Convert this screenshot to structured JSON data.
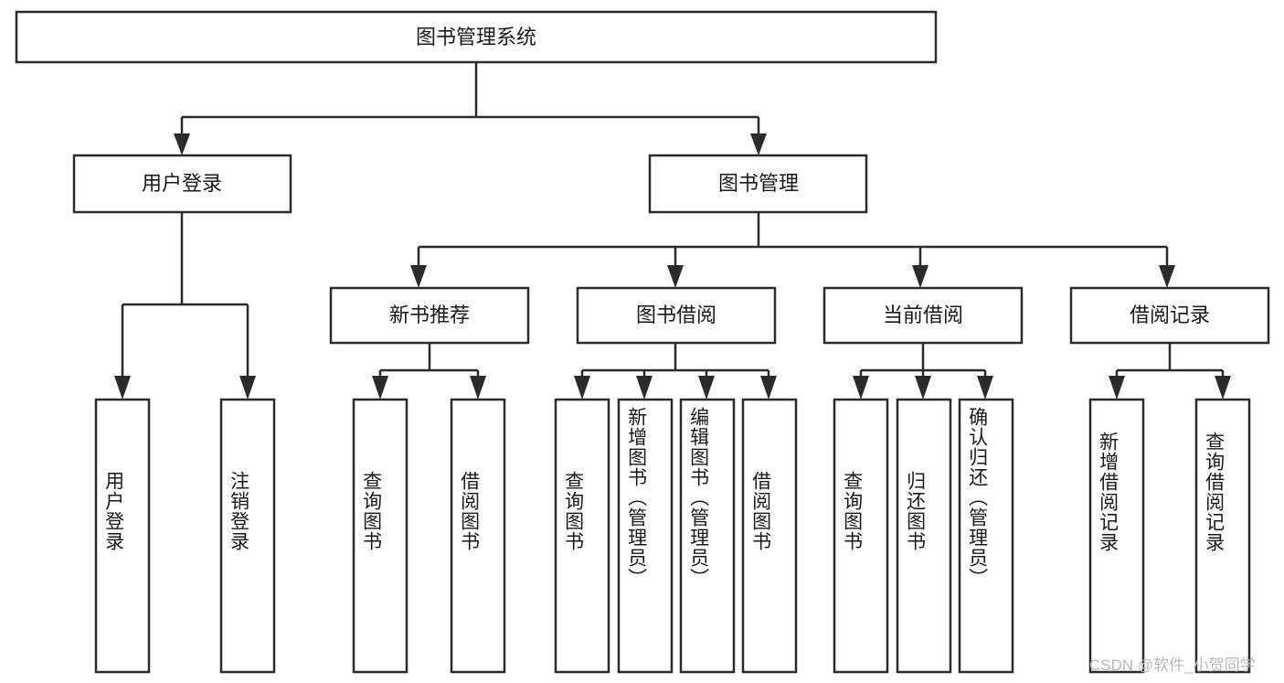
{
  "diagram": {
    "title": "图书管理系统",
    "root": {
      "id": "root",
      "label": "图书管理系统"
    },
    "level2": [
      {
        "id": "user-login",
        "label": "用户登录"
      },
      {
        "id": "book-manage",
        "label": "图书管理"
      }
    ],
    "level3": [
      {
        "id": "new-book-recommend",
        "label": "新书推荐",
        "parent": "book-manage"
      },
      {
        "id": "book-borrow",
        "label": "图书借阅",
        "parent": "book-manage"
      },
      {
        "id": "current-borrow",
        "label": "当前借阅",
        "parent": "book-manage"
      },
      {
        "id": "borrow-record",
        "label": "借阅记录",
        "parent": "book-manage"
      }
    ],
    "leaves": {
      "user_login": [
        {
          "id": "leaf-user-login",
          "label": "用户登录"
        },
        {
          "id": "leaf-user-logout",
          "label": "注销登录"
        }
      ],
      "new_book_recommend": [
        {
          "id": "leaf-query-book-1",
          "label": "查询图书"
        },
        {
          "id": "leaf-borrow-book-1",
          "label": "借阅图书"
        }
      ],
      "book_borrow": [
        {
          "id": "leaf-query-book-2",
          "label": "查询图书"
        },
        {
          "id": "leaf-add-book",
          "label": "新增图书（管理员）"
        },
        {
          "id": "leaf-edit-book",
          "label": "编辑图书（管理员）"
        },
        {
          "id": "leaf-borrow-book-2",
          "label": "借阅图书"
        }
      ],
      "current_borrow": [
        {
          "id": "leaf-query-book-3",
          "label": "查询图书"
        },
        {
          "id": "leaf-return-book",
          "label": "归还图书"
        },
        {
          "id": "leaf-confirm-return",
          "label": "确认归还（管理员）"
        }
      ],
      "borrow_record": [
        {
          "id": "leaf-add-record",
          "label": "新增借阅记录"
        },
        {
          "id": "leaf-query-record",
          "label": "查询借阅记录"
        }
      ]
    }
  },
  "watermark": {
    "text": "CSDN @软件_小贺同学"
  },
  "colors": {
    "stroke": "#2b2b2b",
    "fill": "#ffffff",
    "text": "#1a1a1a",
    "watermark": "#b9b9b9"
  }
}
